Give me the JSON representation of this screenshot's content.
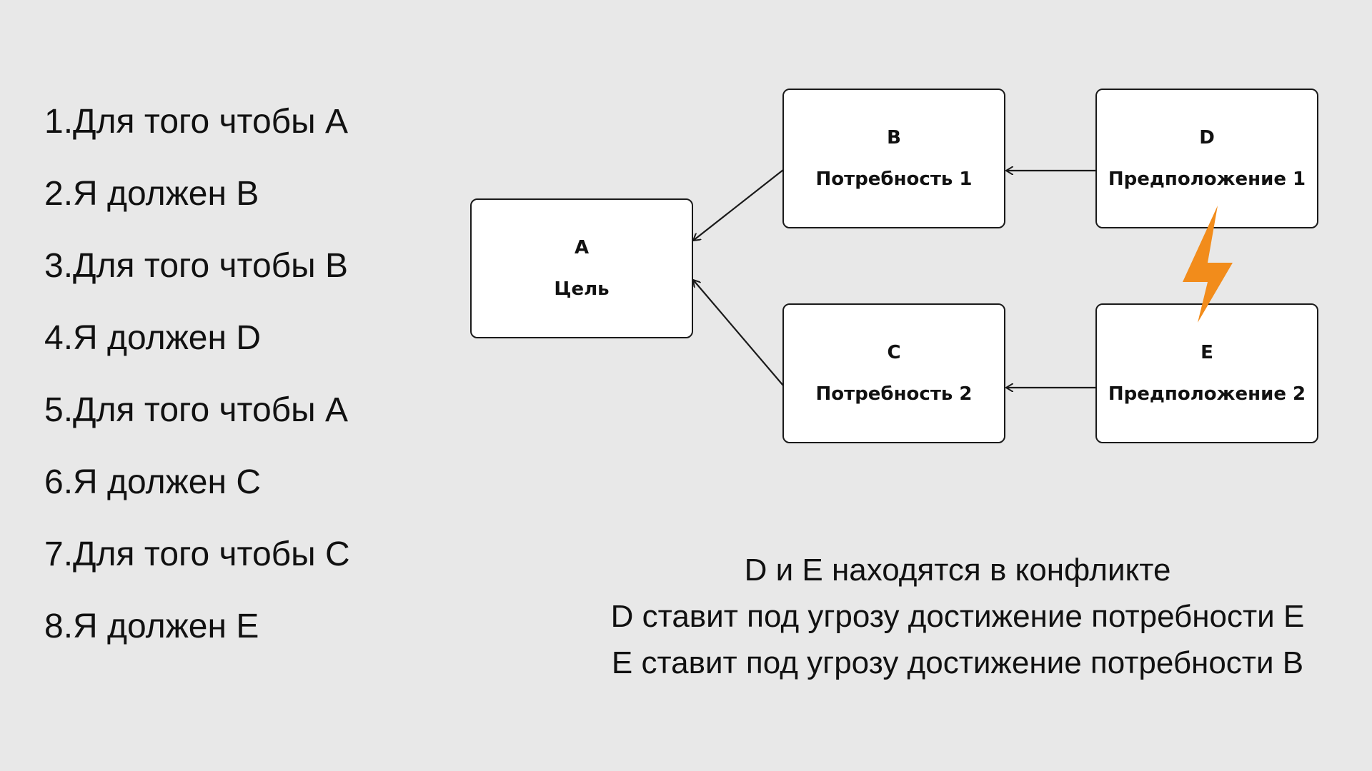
{
  "steps": [
    "1.Для того чтобы А",
    "2.Я должен В",
    "3.Для того чтобы В",
    "4.Я должен D",
    "5.Для того чтобы А",
    "6.Я должен С",
    "7.Для того чтобы С",
    "8.Я должен Е"
  ],
  "nodes": {
    "a": {
      "letter": "A",
      "label": "Цель"
    },
    "b": {
      "letter": "B",
      "label": "Потребность 1"
    },
    "c": {
      "letter": "C",
      "label": "Потребность 2"
    },
    "d": {
      "letter": "D",
      "label": "Предположение 1"
    },
    "e": {
      "letter": "E",
      "label": "Предположение 2"
    }
  },
  "edges": [
    {
      "from": "b",
      "to": "a"
    },
    {
      "from": "c",
      "to": "a"
    },
    {
      "from": "d",
      "to": "b"
    },
    {
      "from": "e",
      "to": "c"
    }
  ],
  "conflict": {
    "between": [
      "d",
      "e"
    ],
    "icon": "lightning-bolt-icon",
    "color": "#f28c1b"
  },
  "notes": [
    "D и E находятся в конфликте",
    "D ставит под угрозу достижение потребности Е",
    "E ставит под угрозу достижение потребности B"
  ]
}
